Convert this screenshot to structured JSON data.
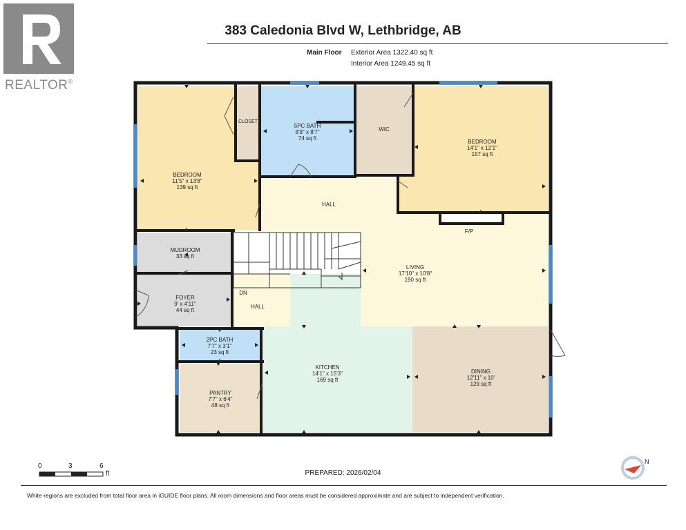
{
  "header": {
    "title": "383 Caledonia Blvd W, Lethbridge, AB",
    "floor_label": "Main Floor",
    "exterior_area": "Exterior Area 1322.40 sq ft",
    "interior_area": "Interior Area 1249.45 sq ft"
  },
  "logo": {
    "text": "REALTOR",
    "registered_mark": "®",
    "letter": "R"
  },
  "rooms": {
    "bedroom_left": {
      "name": "BEDROOM",
      "dims": "11'5\" x 13'8\"",
      "area": "139 sq ft",
      "color": "#fae6b0"
    },
    "closet": {
      "name": "CLOSET",
      "color": "#e8dcc9"
    },
    "bath5": {
      "name": "5PC BATH",
      "dims": "8'9\" x 8'7\"",
      "area": "74 sq ft",
      "color": "#bfe0f7"
    },
    "wic": {
      "name": "WIC",
      "color": "#e8dcc9"
    },
    "bedroom_right": {
      "name": "BEDROOM",
      "dims": "14'1\" x 12'1\"",
      "area": "157 sq ft",
      "color": "#fae6b0"
    },
    "hall_top": {
      "name": "HALL",
      "color": "#fdf7dc"
    },
    "fp": {
      "name": "F/P"
    },
    "mudroom": {
      "name": "MUDROOM",
      "area": "33 sq ft",
      "color": "#dcdcdc"
    },
    "foyer": {
      "name": "FOYER",
      "dims": "9' x 4'11\"",
      "area": "44 sq ft",
      "color": "#dcdcdc"
    },
    "hall_bottom": {
      "name": "HALL",
      "dn": "DN",
      "color": "#fdf7dc"
    },
    "living": {
      "name": "LIVING",
      "dims": "17'10\" x 10'8\"",
      "area": "190 sq ft",
      "color": "#fdf7dc"
    },
    "bath2": {
      "name": "2PC BATH",
      "dims": "7'7\" x 3'1\"",
      "area": "23 sq ft",
      "color": "#bfe0f7"
    },
    "pantry": {
      "name": "PANTRY",
      "dims": "7'7\" x 6'4\"",
      "area": "48 sq ft",
      "color": "#ede1cb"
    },
    "kitchen": {
      "name": "KITCHEN",
      "dims": "14'1\" x 15'3\"",
      "area": "169 sq ft",
      "color": "#e2f3e9"
    },
    "dining": {
      "name": "DINING",
      "dims": "12'11\" x 10'",
      "area": "129 sq ft",
      "color": "#e8dcc9"
    }
  },
  "scale_bar": {
    "labels": [
      "0",
      "3",
      "6"
    ],
    "unit": "ft"
  },
  "prepared": "PREPARED: 2026/02/04",
  "disclaimer": "White regions are excluded from total floor area in iGUIDE floor plans. All room dimensions and floor areas must be considered approximate and are subject to independent verification.",
  "compass": {
    "label": "N"
  },
  "colors": {
    "wall": "#1a1a1a",
    "window": "#3d8fd0",
    "logo": "#8a8a8a",
    "compass_ring": "#b9cfe6",
    "compass_needle": "#e0453a"
  }
}
